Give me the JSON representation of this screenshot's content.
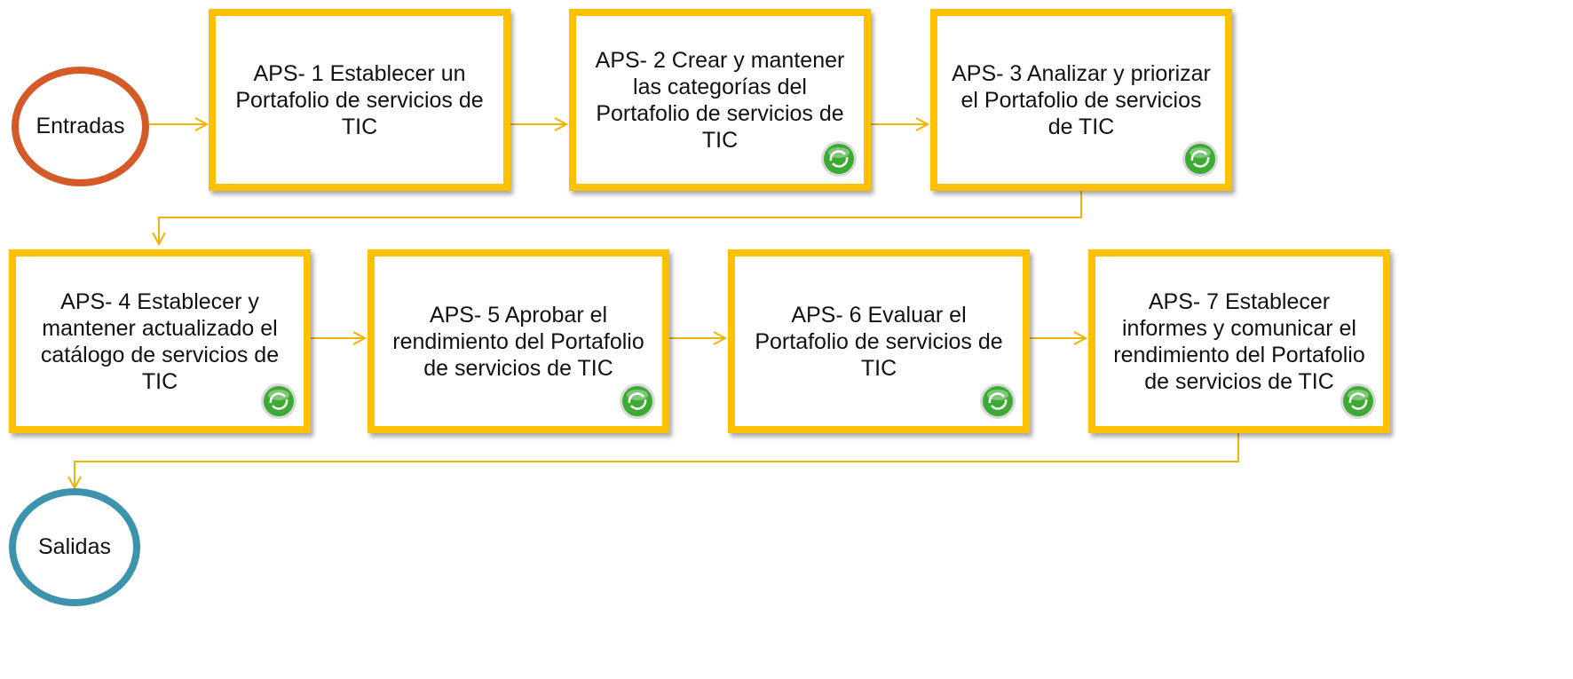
{
  "diagram": {
    "input": {
      "label": "Entradas"
    },
    "output": {
      "label": "Salidas"
    },
    "steps": [
      {
        "label": "APS- 1 Establecer un Portafolio de servicios de TIC",
        "icon": ""
      },
      {
        "label": "APS- 2 Crear y mantener las categorías del Portafolio de servicios de TIC",
        "icon": "refresh-icon"
      },
      {
        "label": "APS- 3 Analizar y priorizar el Portafolio de servicios de TIC",
        "icon": "refresh-icon"
      },
      {
        "label": "APS- 4 Establecer y mantener actualizado el catálogo de servicios de TIC",
        "icon": "refresh-icon"
      },
      {
        "label": "APS- 5 Aprobar el rendimiento del Portafolio de servicios de TIC",
        "icon": "refresh-icon"
      },
      {
        "label": "APS- 6 Evaluar el Portafolio de servicios de TIC",
        "icon": "refresh-icon"
      },
      {
        "label": "APS- 7 Establecer informes y comunicar el rendimiento del Portafolio de servicios de TIC",
        "icon": "refresh-icon"
      }
    ],
    "colors": {
      "box_border": "#ffc000",
      "arrow": "#ffc000",
      "input_border": "#d45a27",
      "output_border": "#3b93ad",
      "icon_green": "#3daa34"
    }
  }
}
